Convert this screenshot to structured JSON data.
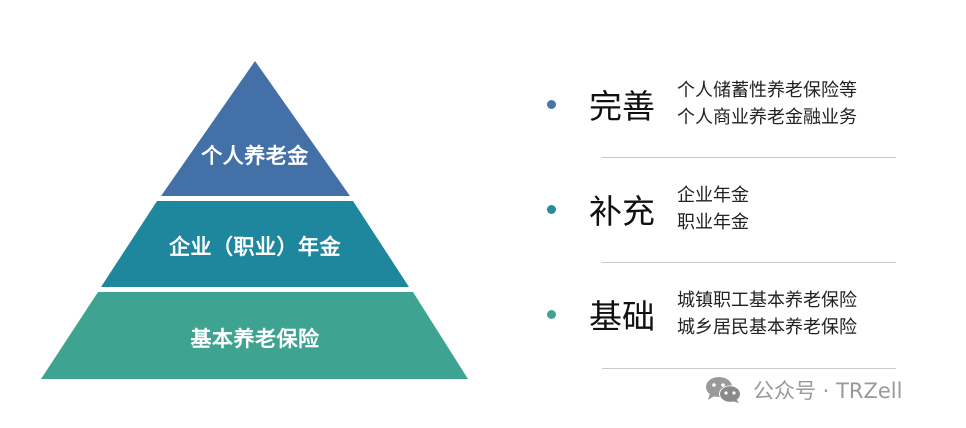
{
  "colors": {
    "top_layer": "#4470A8",
    "middle_layer": "#1E879E",
    "bottom_layer": "#3FA391",
    "bullet_1": "#4A74A8",
    "bullet_2": "#2A8AA0",
    "bullet_3": "#3FA391",
    "divider": "#C8C8C8",
    "watermark": "#9A9A9A"
  },
  "pyramid": {
    "layers": [
      {
        "label": "个人养老金",
        "level": "top"
      },
      {
        "label": "企业（职业）年金",
        "level": "middle"
      },
      {
        "label": "基本养老保险",
        "level": "bottom"
      }
    ]
  },
  "legend": {
    "items": [
      {
        "keyword": "完善",
        "lines": [
          "个人储蓄性养老保险等",
          "个人商业养老金融业务"
        ]
      },
      {
        "keyword": "补充",
        "lines": [
          "企业年金",
          "职业年金"
        ]
      },
      {
        "keyword": "基础",
        "lines": [
          "城镇职工基本养老保险",
          "城乡居民基本养老保险"
        ]
      }
    ]
  },
  "watermark": {
    "icon": "wechat-icon",
    "text": "公众号 · TRZell"
  }
}
